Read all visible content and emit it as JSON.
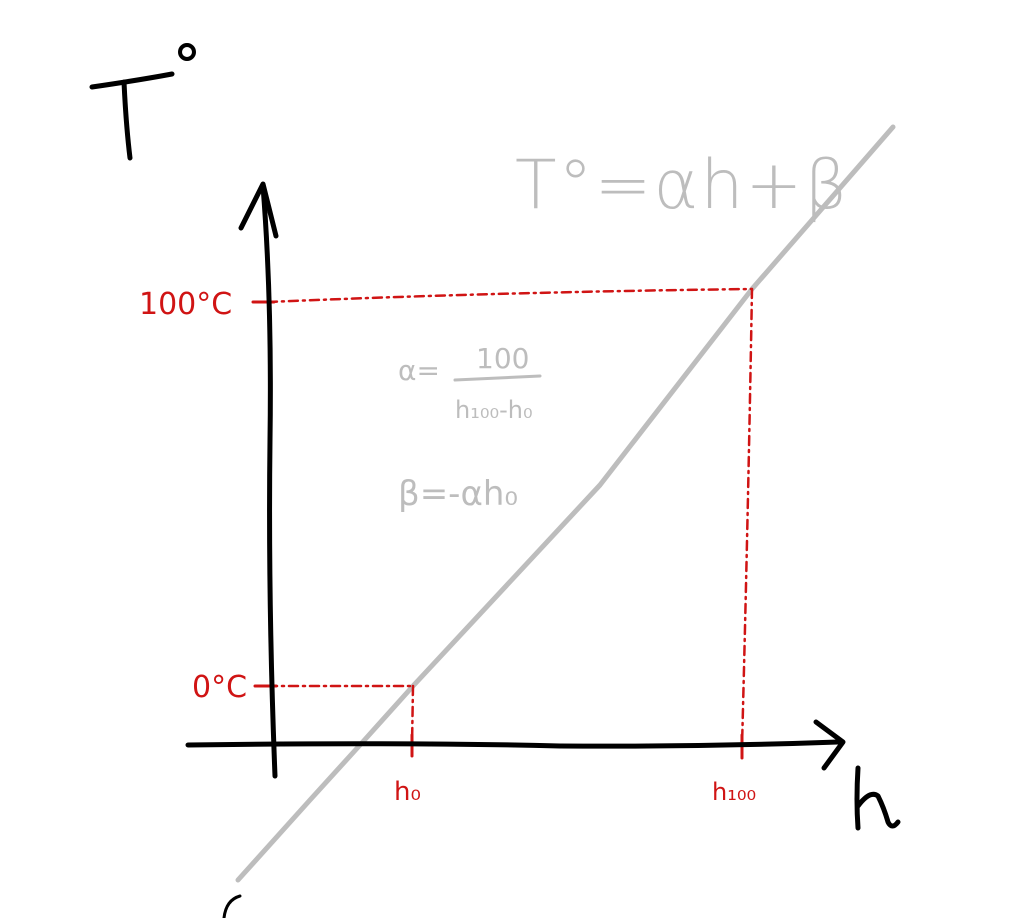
{
  "axes": {
    "y_label": "T",
    "y_label_degree": "°",
    "x_label": "h"
  },
  "formula": {
    "main": "T°=αh+β",
    "alpha_lhs": "α=",
    "alpha_numerator": "100",
    "alpha_denominator": "h₁₀₀-h₀",
    "beta": "β=-αh₀"
  },
  "markers": {
    "y_high": "100°C",
    "y_low": "0°C",
    "x_low": "h₀",
    "x_high": "h₁₀₀"
  },
  "colors": {
    "axis": "#000000",
    "guide": "#d01414",
    "line": "#bdbdbd"
  }
}
